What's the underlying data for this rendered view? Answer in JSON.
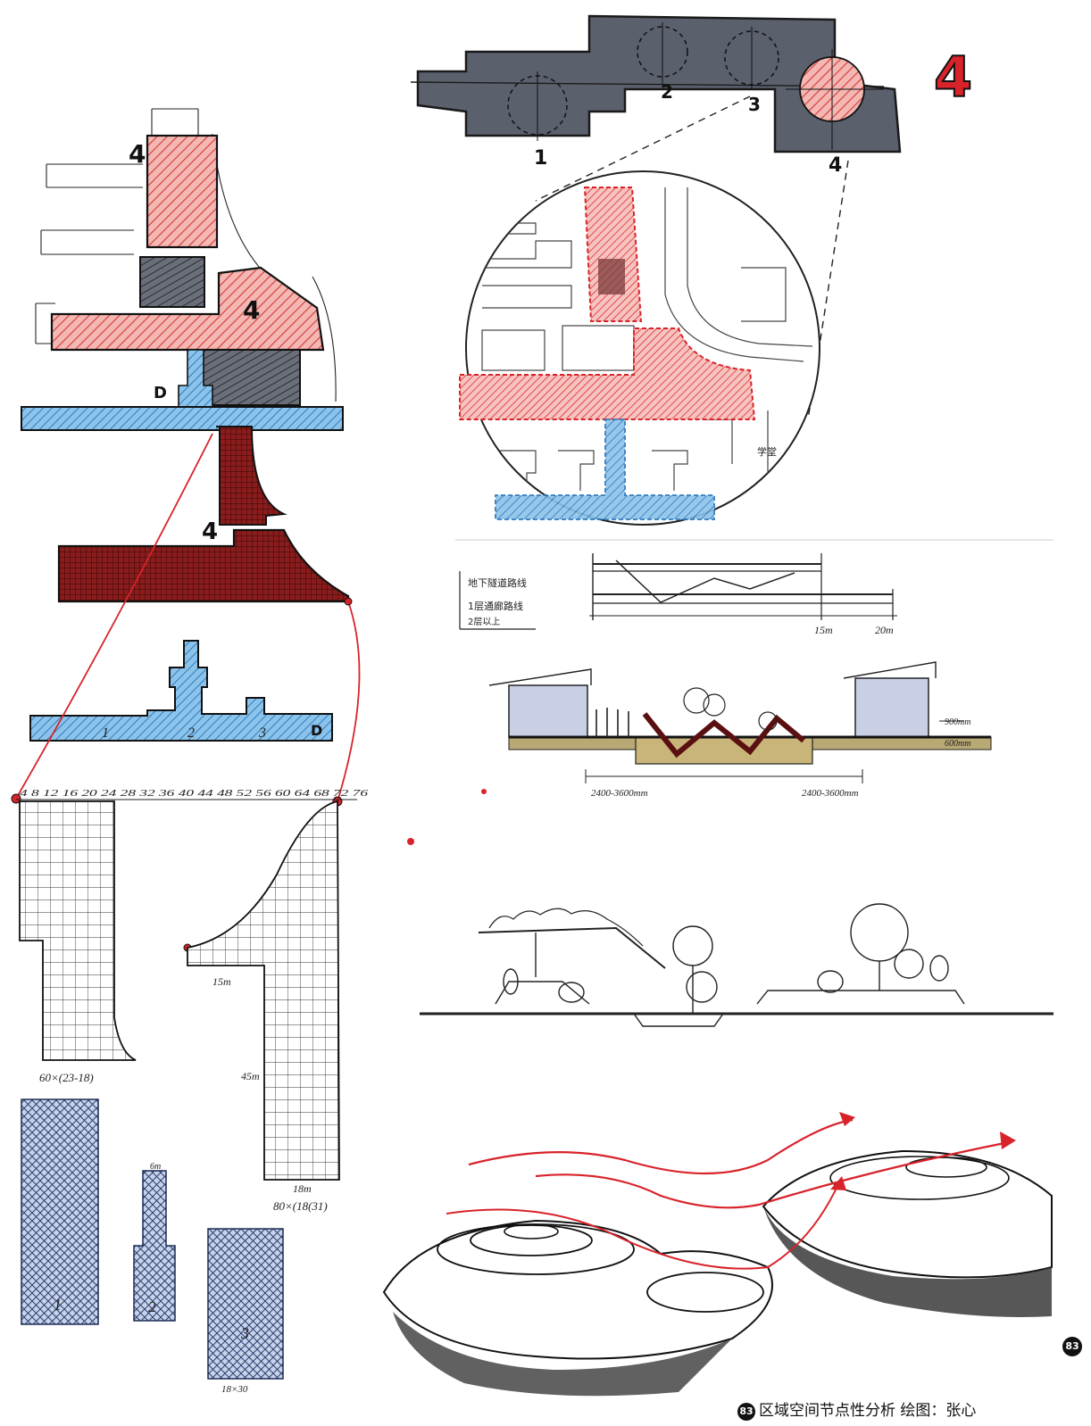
{
  "big_label": "4",
  "plan_labels": [
    "1",
    "2",
    "3",
    "4"
  ],
  "left_labels": {
    "top_4": "4",
    "mid_4": "4",
    "dark_4": "4",
    "d_top": "D",
    "d_blue": "D",
    "blue_1": "1",
    "blue_2": "2",
    "blue_3": "3"
  },
  "scale_ruler": "4 8 12 16 20 24 28 32 36 40 44 48 52 56 60 64 68 72 76",
  "grid_labels": {
    "grid1_size": "60×(23-18)",
    "grid2_15m": "15m",
    "grid2_45m": "45m",
    "grid2_18m": "18m",
    "grid2_size": "80×(18(31)"
  },
  "hatch_labels": [
    "1",
    "2",
    "3"
  ],
  "hatch_top_label": "6m",
  "hatch_bottom_label": "18×30",
  "diagram_legend": [
    "地下隧道路线",
    "1层通廊路线",
    "2层以上"
  ],
  "distance_labels": {
    "d1": "15m",
    "d2": "20m"
  },
  "section_labels": {
    "h1": "900mm",
    "h2": "600mm",
    "w1": "2400-3600mm",
    "w2": "2400-3600mm"
  },
  "map_label": "学堂",
  "caption": {
    "number": "83",
    "text": "区域空间节点性分析  绘图：张心"
  },
  "page_badge": "83",
  "colors": {
    "red": "#e46a6a",
    "dark_red": "#8e1b1b",
    "blue": "#4f9ed8",
    "grey": "#5a5f6a",
    "ink": "#1a1a1a",
    "accent_red": "#d8232a"
  }
}
